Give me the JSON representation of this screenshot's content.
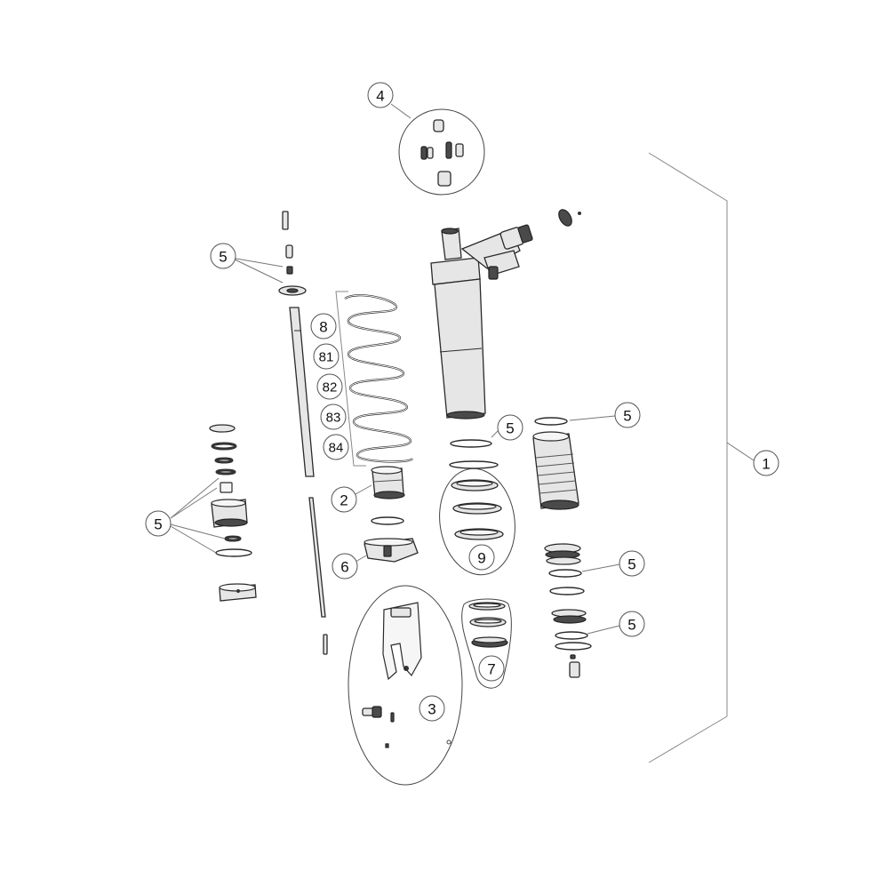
{
  "diagram": {
    "callouts": {
      "c1": "1",
      "c2": "2",
      "c3": "3",
      "c4": "4",
      "c5": "5",
      "c6": "6",
      "c7": "7",
      "c8": "8",
      "c9": "9",
      "c81": "81",
      "c82": "82",
      "c83": "83",
      "c84": "84"
    }
  }
}
